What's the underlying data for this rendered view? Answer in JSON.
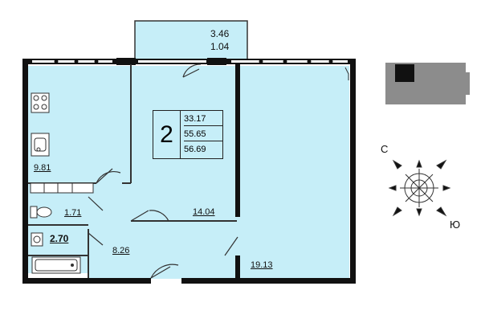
{
  "plan": {
    "rooms_count": "2",
    "area_living": "33.17",
    "area_total": "55.65",
    "area_with_balcony": "56.69",
    "balcony_area": "3.46",
    "balcony_area_reduced": "1.04",
    "kitchen_area": "9.81",
    "toilet_area": "1.71",
    "bath_area": "2.70",
    "hall_area": "8.26",
    "room1_area": "14.04",
    "room2_area": "19.13"
  },
  "compass": {
    "north_label": "С",
    "south_label": "Ю"
  },
  "colors": {
    "room_fill": "#c6eef8",
    "wall": "#111111",
    "minimap_fill": "#8c8c8c",
    "minimap_highlight": "#111111"
  }
}
